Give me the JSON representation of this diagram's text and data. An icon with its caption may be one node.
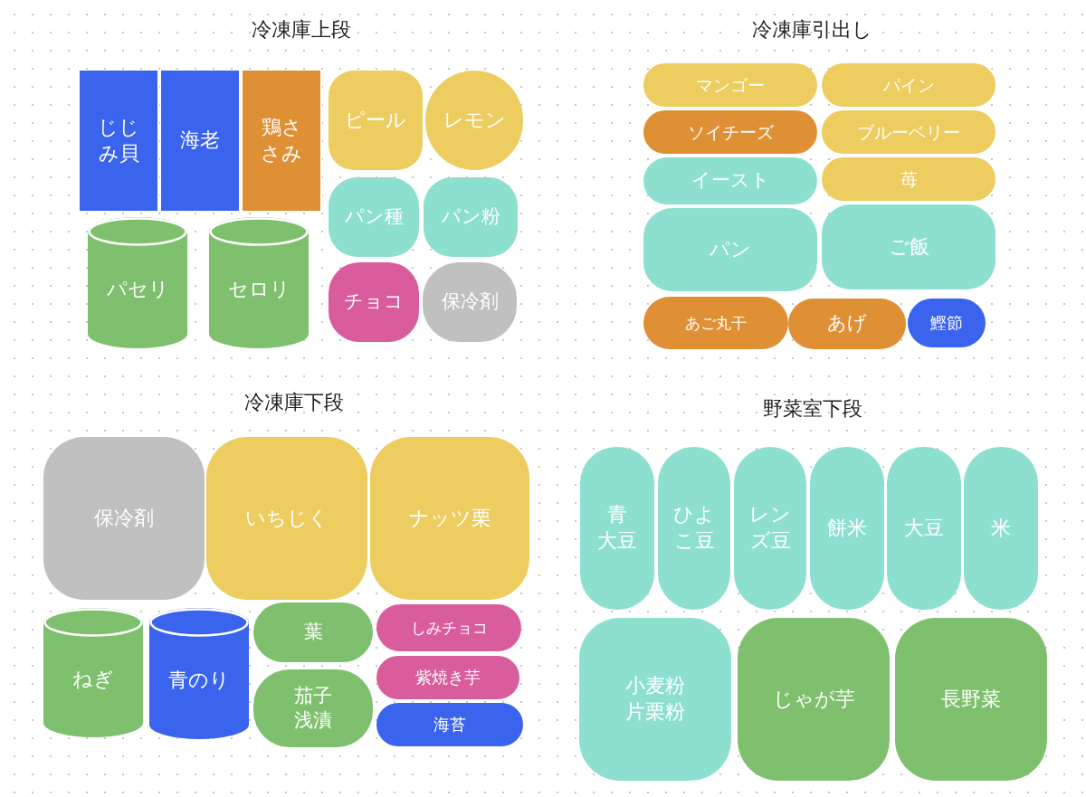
{
  "diagram": {
    "nodes": [
      {
        "text": [
          "じじみ貝"
        ]
      },
      {
        "text": [
          "海老"
        ]
      },
      {
        "text": [
          "鶏ささみ"
        ]
      },
      {
        "text": [
          "パセリ"
        ]
      },
      {
        "text": [
          "セロリ"
        ]
      },
      {
        "text": [
          "ピール"
        ]
      },
      {
        "text": [
          "レモン"
        ]
      },
      {
        "text": [
          "パン種"
        ]
      },
      {
        "text": [
          "パン粉"
        ]
      },
      {
        "text": [
          "チョコ"
        ]
      },
      {
        "text": [
          "保冷剤"
        ]
      },
      {
        "text": [
          "マンゴー"
        ]
      },
      {
        "text": [
          "パイン"
        ]
      },
      {
        "text": [
          "ソイチーズ"
        ]
      },
      {
        "text": [
          "ブルーベリー"
        ]
      },
      {
        "text": [
          "イースト"
        ]
      },
      {
        "text": [
          "苺"
        ]
      },
      {
        "text": [
          "パン"
        ]
      },
      {
        "text": [
          "ご飯"
        ]
      },
      {
        "text": [
          "あご丸干"
        ]
      },
      {
        "text": [
          "あげ"
        ]
      },
      {
        "text": [
          "鰹節"
        ]
      },
      {
        "text": [
          "保冷剤"
        ]
      },
      {
        "text": [
          "いちじく"
        ]
      },
      {
        "text": [
          "ナッツ栗"
        ]
      },
      {
        "text": [
          "ねぎ"
        ]
      },
      {
        "text": [
          "青のり"
        ]
      },
      {
        "text": [
          "葉"
        ]
      },
      {
        "text": [
          "茄子浅漬"
        ]
      },
      {
        "text": [
          "しみチョコ"
        ]
      },
      {
        "text": [
          "紫焼き芋"
        ]
      },
      {
        "text": [
          "海苔"
        ]
      },
      {
        "text": [
          "青大豆"
        ]
      },
      {
        "text": [
          "ひよこ豆"
        ]
      },
      {
        "text": [
          "レンズ豆"
        ]
      },
      {
        "text": [
          "餅米"
        ]
      },
      {
        "text": [
          "大豆"
        ]
      },
      {
        "text": [
          "米"
        ]
      },
      {
        "text": [
          "小麦粉",
          "片栗粉"
        ]
      },
      {
        "text": [
          "じゃが芋"
        ]
      },
      {
        "text": [
          "長野菜"
        ]
      }
    ],
    "labels": [
      "冷凍庫上段",
      "冷凍庫引出し",
      "冷凍庫下段",
      "野菜室下段"
    ]
  }
}
